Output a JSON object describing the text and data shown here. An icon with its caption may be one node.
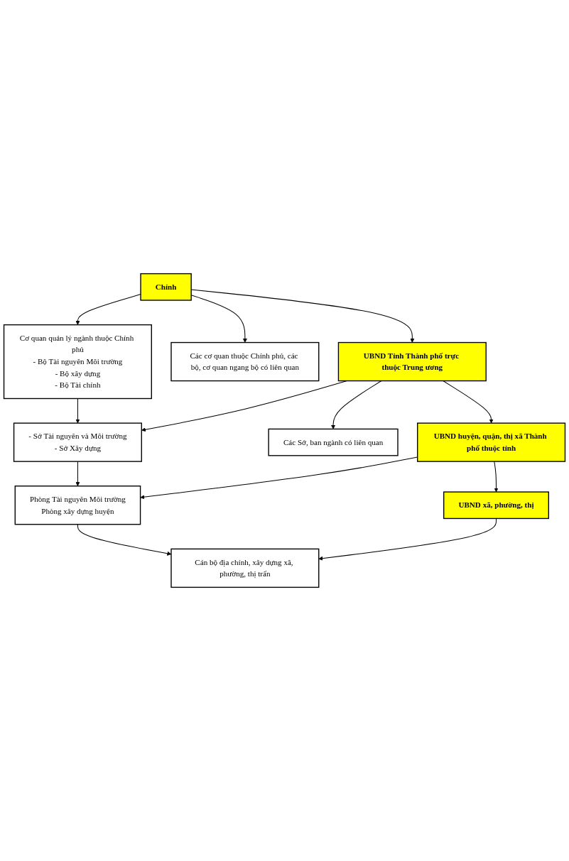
{
  "diagram": {
    "nodes": [
      {
        "text": [
          "Chính"
        ]
      },
      {
        "text": [
          "Cơ quan quản lý ngành thuộc Chính phủ",
          "- Bộ Tài nguyên Môi trường",
          "- Bộ xây dựng",
          "- Bộ Tài chính"
        ]
      },
      {
        "text": [
          "Các cơ quan thuộc Chính phủ, các bộ, cơ quan ngang bộ có liên quan"
        ]
      },
      {
        "text": [
          "UBND Tỉnh Thành phố trực thuộc Trung ương"
        ]
      },
      {
        "text": [
          "- Sở Tài nguyên và Môi trường",
          "- Sở Xây dựng"
        ]
      },
      {
        "text": [
          "Các Sở, ban ngành có liên quan"
        ]
      },
      {
        "text": [
          "UBND huyện, quận, thị xã Thành phố thuộc tỉnh"
        ]
      },
      {
        "text": [
          "Phòng Tài nguyên Môi trường",
          "Phòng xây dựng huyện"
        ]
      },
      {
        "text": [
          "UBND xã, phường, thị"
        ]
      },
      {
        "text": [
          "Cán bộ địa chính, xây dựng xã, phường, thị trấn"
        ]
      }
    ],
    "edges": [
      {
        "from": 0,
        "to": 1,
        "arrow": "to"
      },
      {
        "from": 0,
        "to": 2,
        "arrow": "to"
      },
      {
        "from": 0,
        "to": 3,
        "arrow": "to"
      },
      {
        "from": 1,
        "to": 4,
        "arrow": "to"
      },
      {
        "from": 3,
        "to": 4,
        "arrow": "to"
      },
      {
        "from": 3,
        "to": 5,
        "arrow": "to"
      },
      {
        "from": 3,
        "to": 6,
        "arrow": "to"
      },
      {
        "from": 4,
        "to": 7,
        "arrow": "to"
      },
      {
        "from": 6,
        "to": 7,
        "arrow": "to"
      },
      {
        "from": 6,
        "to": 8,
        "arrow": "to"
      },
      {
        "from": 7,
        "to": 9,
        "arrow": "to"
      },
      {
        "from": 8,
        "to": 9,
        "arrow": "to"
      }
    ]
  }
}
